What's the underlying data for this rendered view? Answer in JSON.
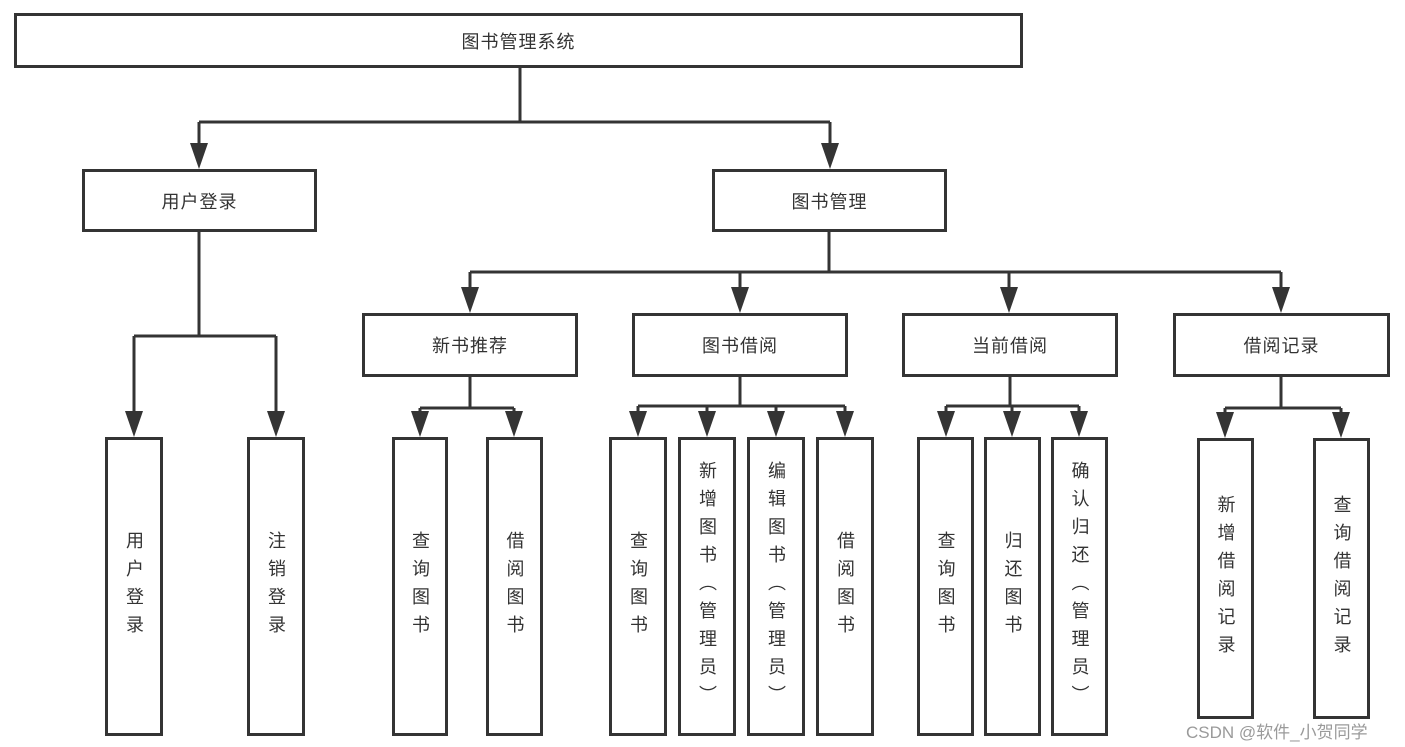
{
  "title": "图书管理系统",
  "watermark": "CSDN @软件_小贺同学",
  "colors": {
    "ink": "#333333",
    "line": "#343434",
    "box_background": "#ffffff",
    "watermark": "#9a9a9a",
    "page_background": "#ffffff"
  },
  "tree": {
    "label": "图书管理系统",
    "children": [
      {
        "label": "用户登录",
        "children": [
          {
            "label": "用户登录"
          },
          {
            "label": "注销登录"
          }
        ]
      },
      {
        "label": "图书管理",
        "children": [
          {
            "label": "新书推荐",
            "children": [
              {
                "label": "查询图书"
              },
              {
                "label": "借阅图书"
              }
            ]
          },
          {
            "label": "图书借阅",
            "children": [
              {
                "label": "查询图书"
              },
              {
                "label": "新增图书（管理员）"
              },
              {
                "label": "编辑图书（管理员）"
              },
              {
                "label": "借阅图书"
              }
            ]
          },
          {
            "label": "当前借阅",
            "children": [
              {
                "label": "查询图书"
              },
              {
                "label": "归还图书"
              },
              {
                "label": "确认归还（管理员）"
              }
            ]
          },
          {
            "label": "借阅记录",
            "children": [
              {
                "label": "新增借阅记录"
              },
              {
                "label": "查询借阅记录"
              }
            ]
          }
        ]
      }
    ]
  }
}
